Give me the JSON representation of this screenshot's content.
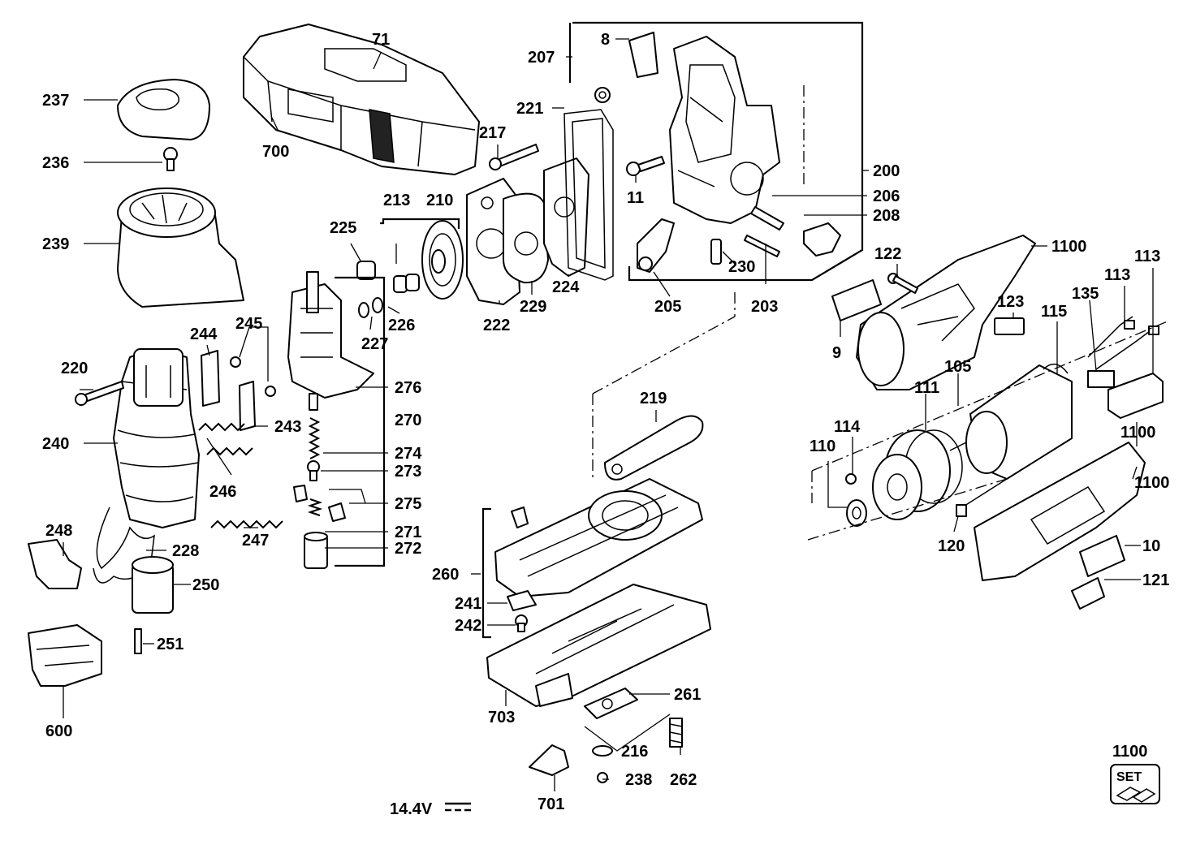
{
  "diagram": {
    "voltage_label": "14.4V",
    "set_badge": {
      "number": "1100",
      "text": "SET"
    },
    "callouts": {
      "c237": "237",
      "c236": "236",
      "c239": "239",
      "c700": "700",
      "c71": "71",
      "c8": "8",
      "c207": "207",
      "c221": "221",
      "c217": "217",
      "c11": "11",
      "c200": "200",
      "c206": "206",
      "c208": "208",
      "c213": "213",
      "c210": "210",
      "c225": "225",
      "c226": "226",
      "c227": "227",
      "c222": "222",
      "c229": "229",
      "c224": "224",
      "c205": "205",
      "c230": "230",
      "c203": "203",
      "c244": "244",
      "c245": "245",
      "c220": "220",
      "c276": "276",
      "c270": "270",
      "c243": "243",
      "c274": "274",
      "c273": "273",
      "c240": "240",
      "c246": "246",
      "c275": "275",
      "c271": "271",
      "c247": "247",
      "c272": "272",
      "c248": "248",
      "c228": "228",
      "c250": "250",
      "c251": "251",
      "c600": "600",
      "c219": "219",
      "c260": "260",
      "c241": "241",
      "c242": "242",
      "c703": "703",
      "c261": "261",
      "c216": "216",
      "c262": "262",
      "c238": "238",
      "c701": "701",
      "c1100a": "1100",
      "c122": "122",
      "c113a": "113",
      "c113b": "113",
      "c123": "123",
      "c135": "135",
      "c9": "9",
      "c115": "115",
      "c105": "105",
      "c111": "111",
      "c114": "114",
      "c110": "110",
      "c1100b": "1100",
      "c1100c": "1100",
      "c120": "120",
      "c10": "10",
      "c121": "121"
    }
  }
}
